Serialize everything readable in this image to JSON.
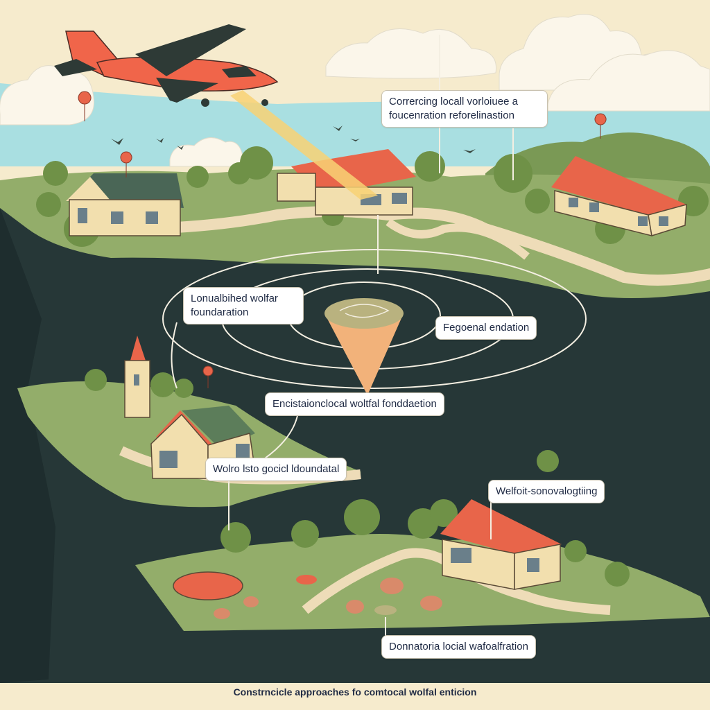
{
  "labels": {
    "top": "Corrercing locall vorloiuee a\nfoucenration reforelinastion",
    "left_upper": "Lonualbihed wolfar\nfoundaration",
    "right_mid": "Fegoenal endation",
    "center": "Encistaionclocal woltfal fonddaetion",
    "left_lower": "Wolro lsto gocicl ldoundatal",
    "right_lower": "Welfoit-sonovalogtiing",
    "bottom": "Donnatoria locial wafoalfration"
  },
  "caption": "Constrncicle approaches fo comtocal wolfal enticion",
  "colors": {
    "sky": "#a9dfe1",
    "cliff": "#263737",
    "grass": "#93ad6a",
    "roof": "#e8654a",
    "plane": "#f0654a",
    "beam": "#f8d274",
    "paper": "#f6ebcd"
  }
}
